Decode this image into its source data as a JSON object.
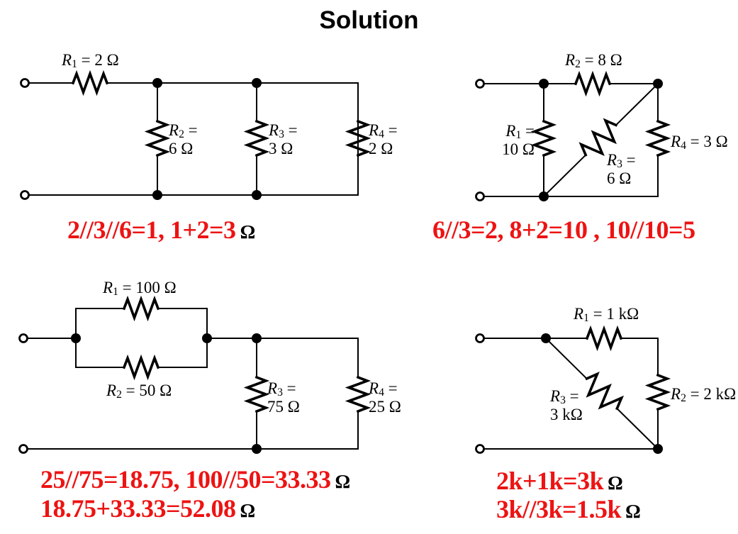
{
  "title": "Solution",
  "colors": {
    "result_red": "#ed1313",
    "ink": "#000000"
  },
  "circuits": {
    "c1": {
      "labels": {
        "r1": {
          "sym": "R",
          "sub": "1",
          "rest": " = 2 Ω"
        },
        "r2": {
          "sym": "R",
          "sub": "2",
          "rest": " =",
          "line2": "6 Ω"
        },
        "r3": {
          "sym": "R",
          "sub": "3",
          "rest": " =",
          "line2": "3 Ω"
        },
        "r4": {
          "sym": "R",
          "sub": "4",
          "rest": " =",
          "line2": "2 Ω"
        }
      },
      "result": {
        "red": "2//3//6=1, 1+2=3",
        "unit": "Ω"
      }
    },
    "c2": {
      "labels": {
        "r2": {
          "sym": "R",
          "sub": "2",
          "rest": " = 8 Ω"
        },
        "r1": {
          "sym": "R",
          "sub": "1",
          "rest": " =",
          "line2": "10 Ω"
        },
        "r3": {
          "sym": "R",
          "sub": "3",
          "rest": " =",
          "line2": "6 Ω"
        },
        "r4": {
          "sym": "R",
          "sub": "4",
          "rest": " = 3 Ω"
        }
      },
      "result": {
        "red": "6//3=2, 8+2=10 , 10//10=5"
      }
    },
    "c3": {
      "labels": {
        "r1": {
          "sym": "R",
          "sub": "1",
          "rest": " = 100 Ω"
        },
        "r2": {
          "sym": "R",
          "sub": "2",
          "rest": " = 50 Ω"
        },
        "r3": {
          "sym": "R",
          "sub": "3",
          "rest": " =",
          "line2": "75 Ω"
        },
        "r4": {
          "sym": "R",
          "sub": "4",
          "rest": " =",
          "line2": "25 Ω"
        }
      },
      "result1": {
        "red": "25//75=18.75, 100//50=33.33",
        "unit": "Ω"
      },
      "result2": {
        "red": "18.75+33.33=52.08",
        "unit": "Ω"
      }
    },
    "c4": {
      "labels": {
        "r1": {
          "sym": "R",
          "sub": "1",
          "rest": " = 1 kΩ"
        },
        "r3": {
          "sym": "R",
          "sub": "3",
          "rest": " =",
          "line2": "3 kΩ"
        },
        "r2": {
          "sym": "R",
          "sub": "2",
          "rest": " = 2 kΩ"
        }
      },
      "result1": {
        "red": "2k+1k=3k",
        "unit": "Ω"
      },
      "result2": {
        "red": "3k//3k=1.5k",
        "unit": "Ω"
      }
    }
  }
}
